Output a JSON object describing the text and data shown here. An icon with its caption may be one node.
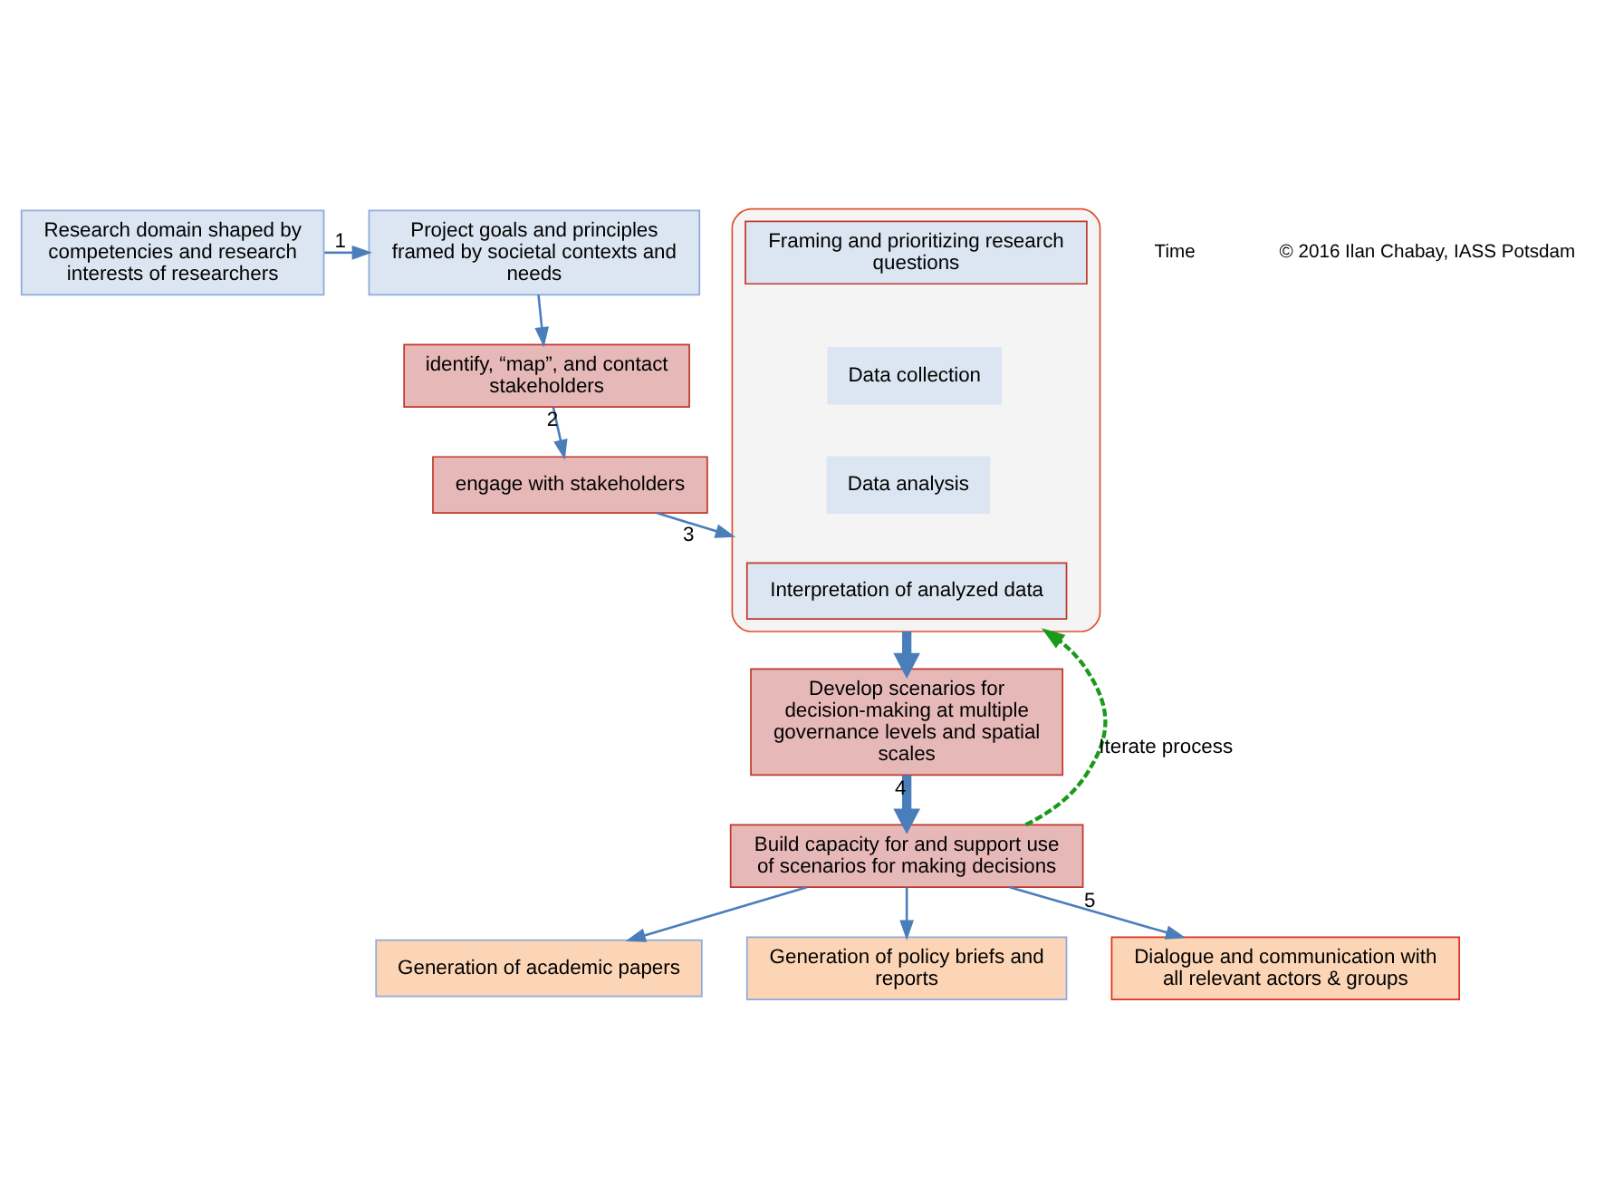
{
  "diagram": {
    "nodes": [
      {
        "text": [
          "Research domain shaped by competencies and research interests of researchers"
        ]
      },
      {
        "text": [
          "Project goals and principles framed by societal contexts and needs"
        ]
      },
      {
        "text": [
          "identify, “map”, and contact stakeholders"
        ]
      },
      {
        "text": [],
        "shape": "box"
      },
      {
        "text": [
          "Framing and prioritizing research questions"
        ],
        "in": 3
      },
      {
        "text": [
          "Data collection"
        ],
        "in": 3
      },
      {
        "text": [
          "Data analysis"
        ],
        "in": 3
      },
      {
        "text": [
          "Interpretation of analyzed data"
        ],
        "in": 3
      },
      {
        "text": [
          "engage with stakeholders"
        ]
      },
      {
        "text": [
          "Develop scenarios for decision-making at multiple governance levels and spatial scales"
        ]
      },
      {
        "text": [
          "Build capacity for and support use of scenarios for making decisions"
        ]
      },
      {
        "text": [
          "Generation of academic papers"
        ]
      },
      {
        "text": [
          "Generation of policy briefs and reports"
        ]
      },
      {
        "text": [
          "Dialogue and communication with all relevant actors & groups"
        ]
      }
    ],
    "edges": [
      {
        "from": 0,
        "to": 1,
        "arrow": "to",
        "label": "1"
      },
      {
        "from": 1,
        "to": 2,
        "arrow": "to"
      },
      {
        "from": 2,
        "to": 8,
        "arrow": "to",
        "label": "2"
      },
      {
        "from": 8,
        "to": 3,
        "arrow": "to",
        "label": "3"
      },
      {
        "from": 3,
        "to": 9,
        "arrow": "to",
        "style": "thick"
      },
      {
        "from": 9,
        "to": 10,
        "arrow": "to",
        "label": "4",
        "style": "thick"
      },
      {
        "from": 10,
        "to": 3,
        "arrow": "to",
        "label": "Iterate process",
        "style": "dashed",
        "color": "#1a9a1a"
      },
      {
        "from": 10,
        "to": 11,
        "arrow": "to"
      },
      {
        "from": 10,
        "to": 12,
        "arrow": "to"
      },
      {
        "from": 10,
        "to": 13,
        "arrow": "to",
        "label": "5"
      }
    ],
    "labels": [
      "Time",
      "© 2016 Ilan Chabay, IASS Potsdam"
    ]
  }
}
